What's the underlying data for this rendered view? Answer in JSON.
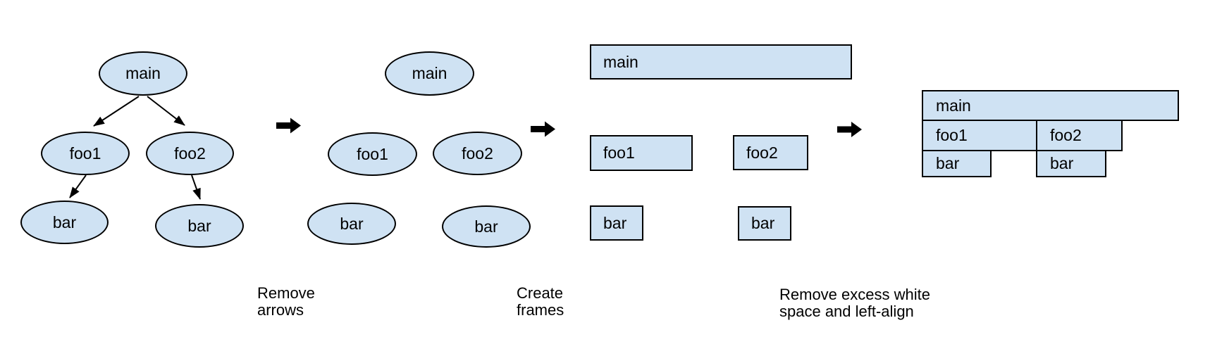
{
  "colors": {
    "node_fill": "#cfe2f3",
    "node_stroke": "#000000",
    "background": "#ffffff",
    "arrow": "#000000",
    "text": "#000000"
  },
  "icons": {
    "step_arrow": "right-arrow"
  },
  "panels": {
    "tree": {
      "main": "main",
      "foo1": "foo1",
      "foo2": "foo2",
      "bar_left": "bar",
      "bar_right": "bar"
    },
    "no_arrows": {
      "main": "main",
      "foo1": "foo1",
      "foo2": "foo2",
      "bar_left": "bar",
      "bar_right": "bar"
    },
    "frames": {
      "main": "main",
      "foo1": "foo1",
      "foo2": "foo2",
      "bar_left": "bar",
      "bar_right": "bar"
    },
    "flame": {
      "main": "main",
      "foo1": "foo1",
      "foo2": "foo2",
      "bar_left": "bar",
      "bar_right": "bar"
    }
  },
  "captions": {
    "remove_arrows": "Remove\narrows",
    "create_frames": "Create\nframes",
    "left_align": "Remove excess white\nspace and left-align"
  }
}
